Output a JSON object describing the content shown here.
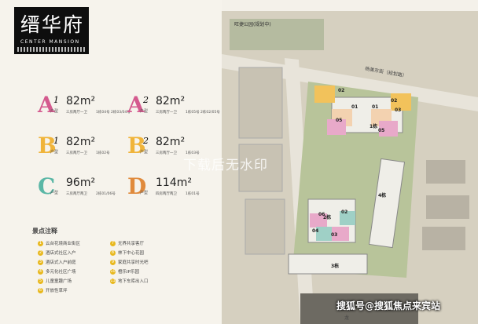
{
  "logo": {
    "cn": "缙华府",
    "en": "CENTER MANSION"
  },
  "units": [
    {
      "letter": "A",
      "idx": "1",
      "area": "82m²",
      "hx": "户型",
      "desc": "三房两厅一卫",
      "bld": "1栋04号 2栋03/04号",
      "color": "#d45a8e"
    },
    {
      "letter": "A",
      "idx": "2",
      "area": "82m²",
      "hx": "户型",
      "desc": "三房两厅一卫",
      "bld": "1栋05号 2栋02/05号",
      "color": "#d45a8e"
    },
    {
      "letter": "B",
      "idx": "1",
      "area": "82m²",
      "hx": "户型",
      "desc": "三房两厅一卫",
      "bld": "1栋02号",
      "color": "#f0b43a"
    },
    {
      "letter": "B",
      "idx": "2",
      "area": "82m²",
      "hx": "户型",
      "desc": "三房两厅一卫",
      "bld": "1栋03号",
      "color": "#f0b43a"
    },
    {
      "letter": "C",
      "idx": "",
      "area": "96m²",
      "hx": "户型",
      "desc": "三房两厅两卫",
      "bld": "2栋01/06号",
      "color": "#5bb7a6"
    },
    {
      "letter": "D",
      "idx": "",
      "area": "114m²",
      "hx": "户型",
      "desc": "四房两厅两卫",
      "bld": "1栋01号",
      "color": "#e08a3c"
    }
  ],
  "legend": {
    "title": "景点注释",
    "items": [
      {
        "n": "1",
        "t": "云台花境商业街区"
      },
      {
        "n": "2",
        "t": "酒店式社区入户"
      },
      {
        "n": "3",
        "t": "酒店式入户前庭"
      },
      {
        "n": "4",
        "t": "多元化社区广场"
      },
      {
        "n": "5",
        "t": "儿童童趣广场"
      },
      {
        "n": "6",
        "t": "开放性草坪"
      },
      {
        "n": "7",
        "t": "无界共享客厅"
      },
      {
        "n": "8",
        "t": "林下中心花园"
      },
      {
        "n": "9",
        "t": "家庭共享时光吧"
      },
      {
        "n": "10",
        "t": "橙乐IP乐园"
      },
      {
        "n": "11",
        "t": "地下车库出入口"
      }
    ]
  },
  "map": {
    "park": "旺捷公园(规划中)",
    "road1": "杨美东街（规划路）",
    "road2": "龙",
    "bldgs": [
      "4栋",
      "3栋",
      "2栋",
      "1栋"
    ],
    "units_top": [
      "01",
      "02",
      "03",
      "04",
      "05",
      "06"
    ]
  },
  "watermark": "下载后无水印",
  "bottom_watermark": "搜狐号@搜狐焦点来宾站"
}
